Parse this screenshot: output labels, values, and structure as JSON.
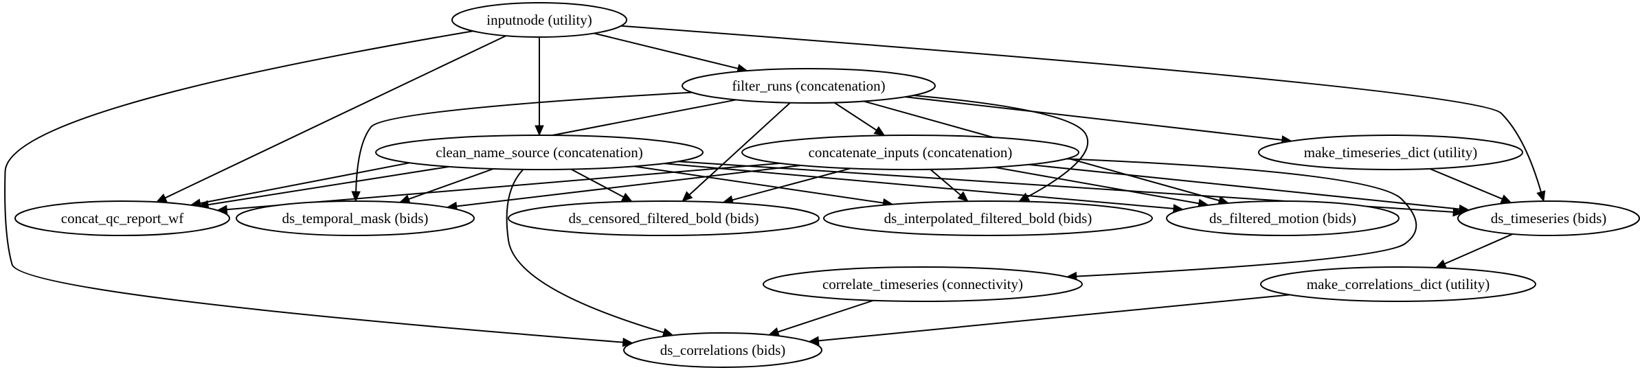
{
  "graph": {
    "nodes": {
      "inputnode": "inputnode (utility)",
      "filter_runs": "filter_runs (concatenation)",
      "clean_name_source": "clean_name_source (concatenation)",
      "concatenate_inputs": "concatenate_inputs (concatenation)",
      "make_timeseries_dict": "make_timeseries_dict (utility)",
      "concat_qc_report_wf": "concat_qc_report_wf",
      "ds_temporal_mask": "ds_temporal_mask (bids)",
      "ds_censored_filtered_bold": "ds_censored_filtered_bold (bids)",
      "ds_interpolated_filtered_bold": "ds_interpolated_filtered_bold (bids)",
      "ds_filtered_motion": "ds_filtered_motion (bids)",
      "ds_timeseries": "ds_timeseries (bids)",
      "correlate_timeseries": "correlate_timeseries (connectivity)",
      "make_correlations_dict": "make_correlations_dict (utility)",
      "ds_correlations": "ds_correlations (bids)"
    },
    "edges": [
      [
        "inputnode",
        "filter_runs"
      ],
      [
        "inputnode",
        "clean_name_source"
      ],
      [
        "inputnode",
        "concat_qc_report_wf"
      ],
      [
        "inputnode",
        "ds_timeseries"
      ],
      [
        "inputnode",
        "ds_correlations"
      ],
      [
        "filter_runs",
        "concatenate_inputs"
      ],
      [
        "filter_runs",
        "make_timeseries_dict"
      ],
      [
        "filter_runs",
        "concat_qc_report_wf"
      ],
      [
        "filter_runs",
        "ds_temporal_mask"
      ],
      [
        "filter_runs",
        "ds_censored_filtered_bold"
      ],
      [
        "filter_runs",
        "ds_interpolated_filtered_bold"
      ],
      [
        "filter_runs",
        "ds_filtered_motion"
      ],
      [
        "clean_name_source",
        "concat_qc_report_wf"
      ],
      [
        "clean_name_source",
        "ds_temporal_mask"
      ],
      [
        "clean_name_source",
        "ds_censored_filtered_bold"
      ],
      [
        "clean_name_source",
        "ds_interpolated_filtered_bold"
      ],
      [
        "clean_name_source",
        "ds_filtered_motion"
      ],
      [
        "clean_name_source",
        "ds_timeseries"
      ],
      [
        "clean_name_source",
        "ds_correlations"
      ],
      [
        "concatenate_inputs",
        "concat_qc_report_wf"
      ],
      [
        "concatenate_inputs",
        "ds_temporal_mask"
      ],
      [
        "concatenate_inputs",
        "ds_censored_filtered_bold"
      ],
      [
        "concatenate_inputs",
        "ds_interpolated_filtered_bold"
      ],
      [
        "concatenate_inputs",
        "ds_filtered_motion"
      ],
      [
        "concatenate_inputs",
        "ds_timeseries"
      ],
      [
        "concatenate_inputs",
        "correlate_timeseries"
      ],
      [
        "make_timeseries_dict",
        "ds_timeseries"
      ],
      [
        "ds_timeseries",
        "make_correlations_dict"
      ],
      [
        "correlate_timeseries",
        "ds_correlations"
      ],
      [
        "make_correlations_dict",
        "ds_correlations"
      ]
    ]
  }
}
